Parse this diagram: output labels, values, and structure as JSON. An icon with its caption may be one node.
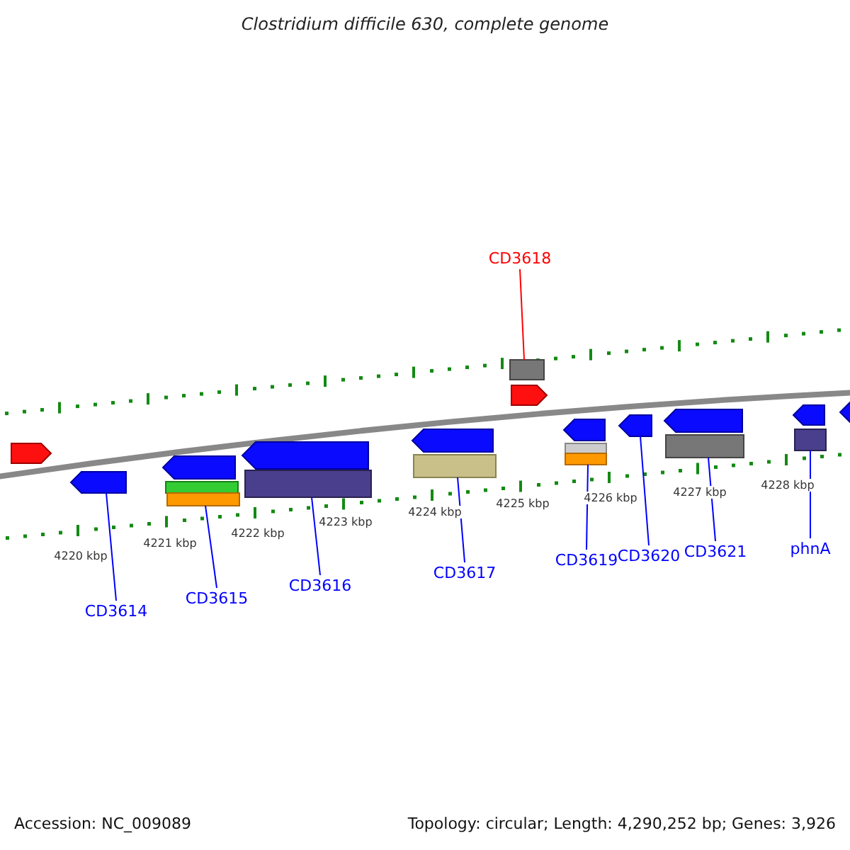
{
  "diagram": {
    "title": "Clostridium difficile 630, complete genome",
    "nodes": [
      {
        "text": [
          "CD3618"
        ]
      },
      {
        "text": [
          "CD3614"
        ]
      },
      {
        "text": [
          "CD3615"
        ]
      },
      {
        "text": [
          "CD3616"
        ]
      },
      {
        "text": [
          "CD3617"
        ]
      },
      {
        "text": [
          "CD3619"
        ]
      },
      {
        "text": [
          "CD3620"
        ]
      },
      {
        "text": [
          "CD3621"
        ]
      },
      {
        "text": [
          "phnA"
        ]
      },
      {
        "text": [],
        "shape": "bar"
      },
      {
        "text": [],
        "shape": "bar"
      },
      {
        "text": [],
        "shape": "bar"
      },
      {
        "text": [],
        "shape": "bar"
      },
      {
        "text": [],
        "shape": "bar"
      },
      {
        "text": [],
        "shape": "bar"
      },
      {
        "text": [],
        "shape": "bar"
      },
      {
        "text": [],
        "shape": "bar"
      },
      {
        "text": [],
        "shape": "bar"
      },
      {
        "text": [],
        "shape": "bar"
      },
      {
        "text": [],
        "shape": "bar"
      }
    ],
    "edges": [
      {
        "from": 0,
        "to": 9,
        "arrow": "none",
        "color": "#ff0000"
      },
      {
        "from": 1,
        "to": 10,
        "arrow": "none"
      },
      {
        "from": 2,
        "to": 11,
        "arrow": "none"
      },
      {
        "from": 3,
        "to": 12,
        "arrow": "none"
      },
      {
        "from": 4,
        "to": 13,
        "arrow": "none"
      },
      {
        "from": 5,
        "to": 14,
        "arrow": "none"
      },
      {
        "from": 6,
        "to": 15,
        "arrow": "none"
      },
      {
        "from": 7,
        "to": 16,
        "arrow": "none"
      },
      {
        "from": 8,
        "to": 17,
        "arrow": "none"
      }
    ],
    "labels": [
      "4220 kbp",
      "4221 kbp",
      "4222 kbp",
      "4223 kbp",
      "4224 kbp",
      "4225 kbp",
      "4226 kbp",
      "4227 kbp",
      "4228 kbp",
      "Accession: NC_009089",
      "Topology: circular; Length: 4,290,252 bp; Genes: 3,926"
    ]
  }
}
